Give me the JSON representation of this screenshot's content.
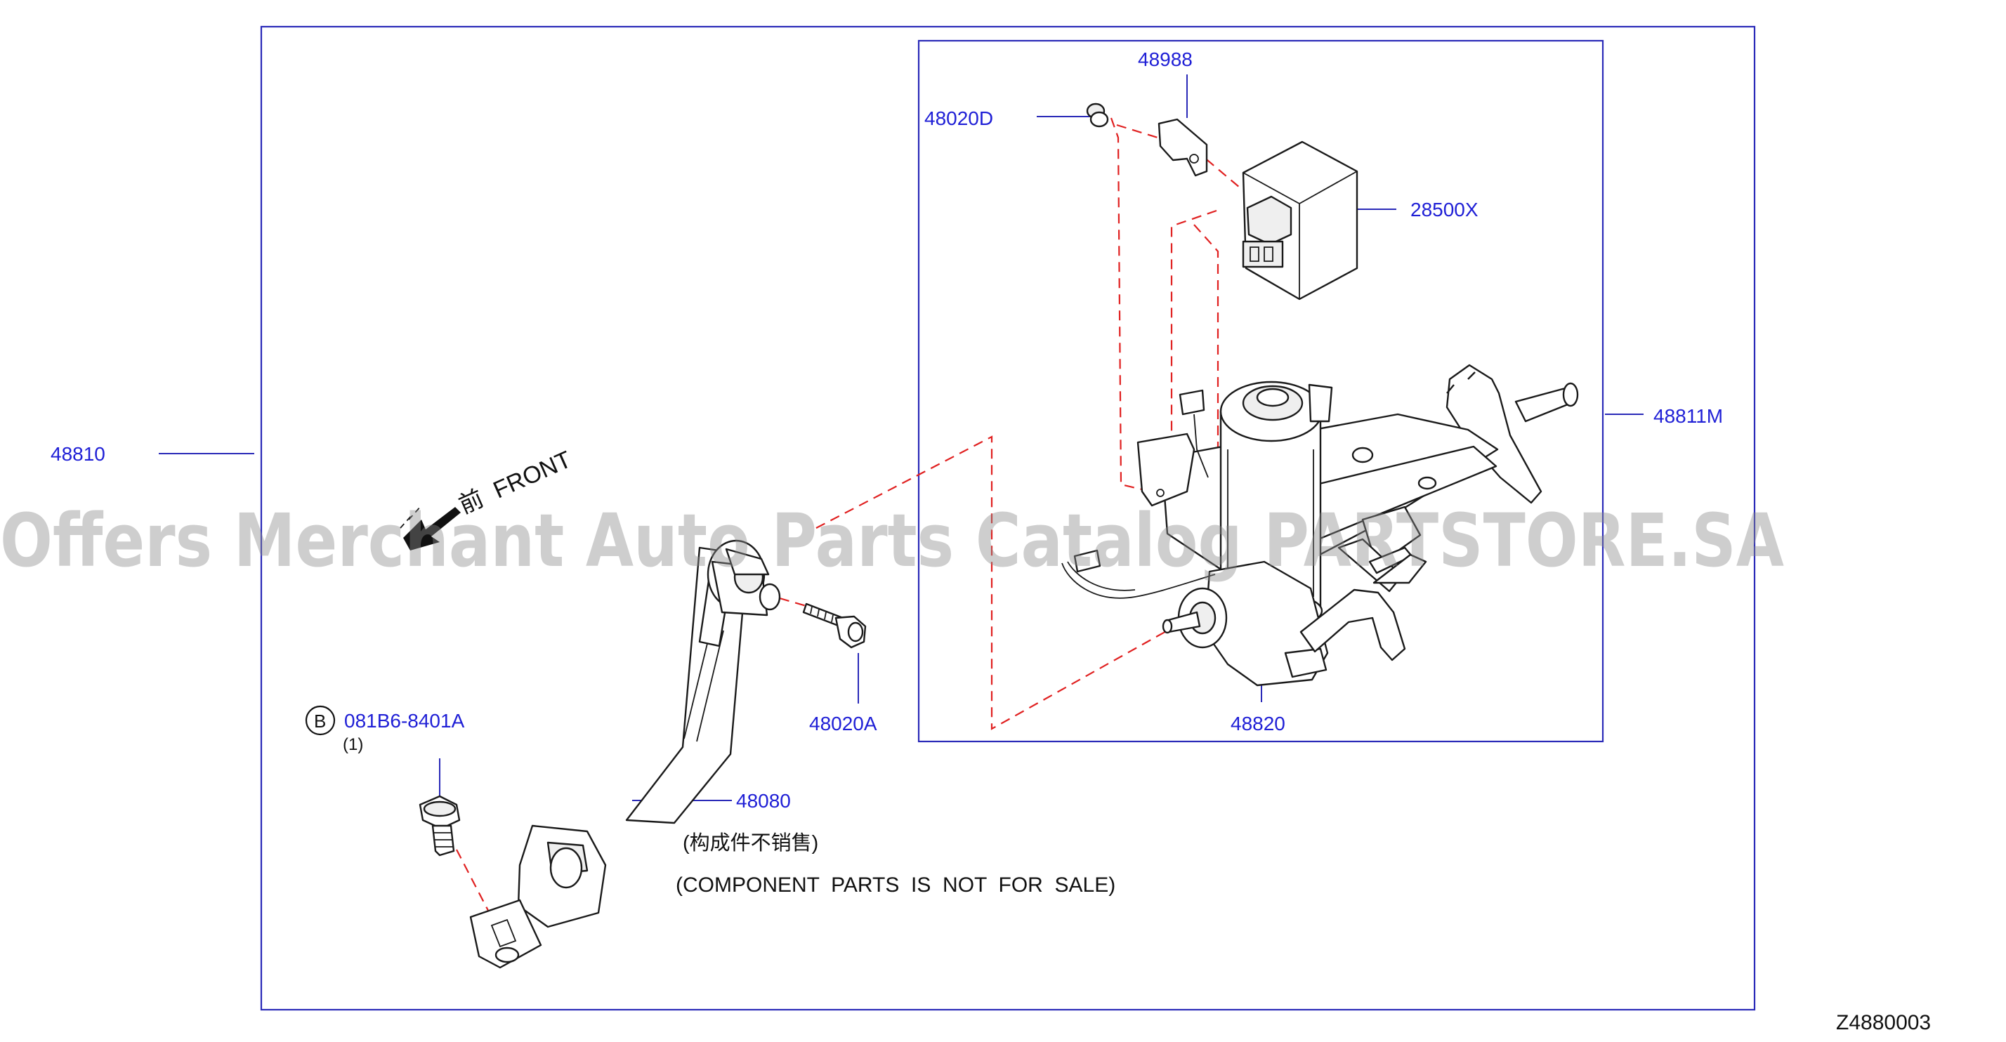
{
  "parts": {
    "p48810": "48810",
    "p48811M": "48811M",
    "p48988": "48988",
    "p48020D": "48020D",
    "p28500X": "28500X",
    "p48820": "48820",
    "p48020A": "48020A",
    "p48080": "48080",
    "p081B6": "081B6-8401A",
    "p081B6_qty": "(1)",
    "circle_B": "B"
  },
  "notes": {
    "front_cn": "前",
    "front": "FRONT",
    "cn_note": "(构成件不销售)",
    "en_note": "(COMPONENT  PARTS  IS  NOT  FOR  SALE)"
  },
  "diagram_code": "Z4880003",
  "watermark": "Offers Merchant Auto Parts Catalog PARTSTORE.SA",
  "colors": {
    "label": "#1f1fd6",
    "frame": "#2a2ab8",
    "dashed": "#e02020"
  }
}
